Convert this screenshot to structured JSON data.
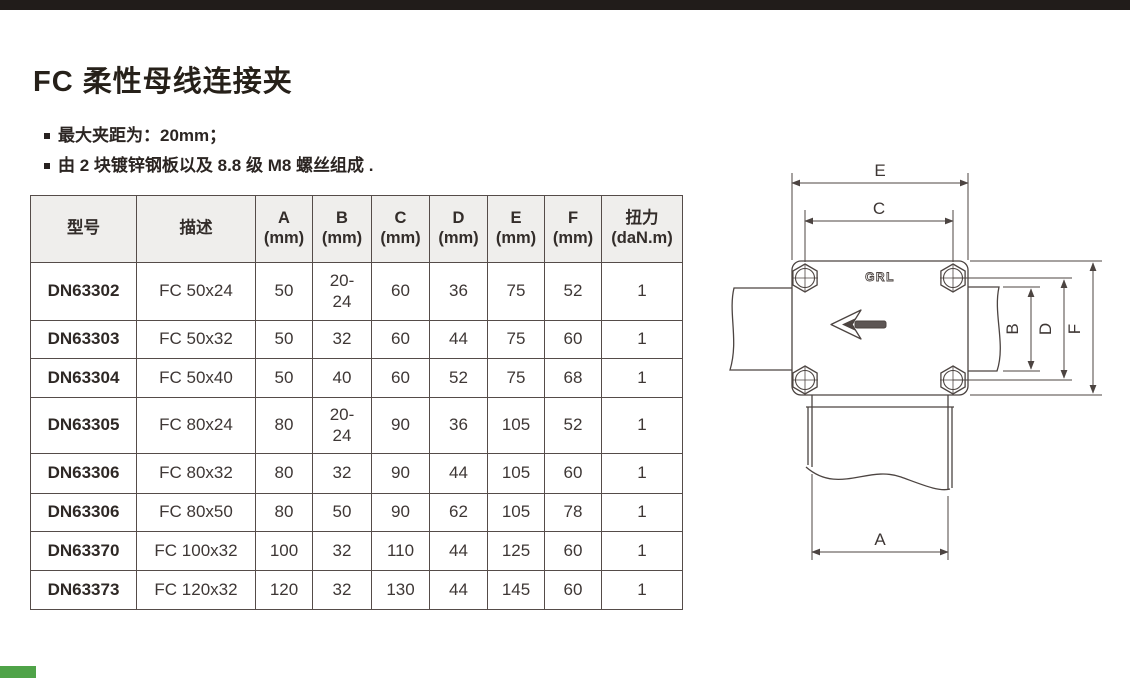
{
  "page": {
    "top_bar_color": "#211c1a",
    "footer_accent_color": "#4fa348",
    "title": "FC 柔性母线连接夹",
    "bullets": [
      "最大夹距为：20mm；",
      "由 2 块镀锌钢板以及 8.8 级 M8 螺丝组成 ."
    ]
  },
  "table": {
    "columns": [
      "型号",
      "描述",
      "A\n(mm)",
      "B\n(mm)",
      "C\n(mm)",
      "D\n(mm)",
      "E\n(mm)",
      "F\n(mm)",
      "扭力\n(daN.m)"
    ],
    "rows": [
      [
        "DN63302",
        "FC 50x24",
        "50",
        "20-\n24",
        "60",
        "36",
        "75",
        "52",
        "1"
      ],
      [
        "DN63303",
        "FC 50x32",
        "50",
        "32",
        "60",
        "44",
        "75",
        "60",
        "1"
      ],
      [
        "DN63304",
        "FC 50x40",
        "50",
        "40",
        "60",
        "52",
        "75",
        "68",
        "1"
      ],
      [
        "DN63305",
        "FC 80x24",
        "80",
        "20-\n24",
        "90",
        "36",
        "105",
        "52",
        "1"
      ],
      [
        "DN63306",
        "FC 80x32",
        "80",
        "32",
        "90",
        "44",
        "105",
        "60",
        "1"
      ],
      [
        "DN63306",
        "FC 80x50",
        "80",
        "50",
        "90",
        "62",
        "105",
        "78",
        "1"
      ],
      [
        "DN63370",
        "FC 100x32",
        "100",
        "32",
        "110",
        "44",
        "125",
        "60",
        "1"
      ],
      [
        "DN63373",
        "FC 120x32",
        "120",
        "32",
        "130",
        "44",
        "145",
        "60",
        "1"
      ]
    ]
  },
  "diagram": {
    "brand": "GRL",
    "dim_labels": {
      "E": "E",
      "C": "C",
      "B": "B",
      "D": "D",
      "F": "F",
      "A": "A"
    }
  }
}
